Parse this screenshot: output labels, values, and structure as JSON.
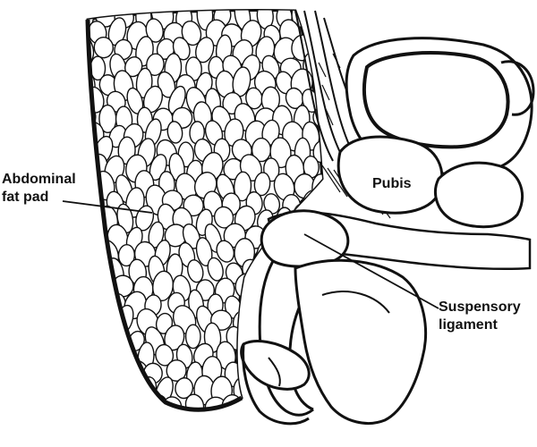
{
  "diagram": {
    "labels": {
      "fat_pad": [
        "Abdominal",
        "fat pad"
      ],
      "pubis": "Pubis",
      "ligament": [
        "Suspensory",
        "ligament"
      ]
    },
    "colors": {
      "ink": "#111111",
      "paper": "#ffffff"
    }
  }
}
